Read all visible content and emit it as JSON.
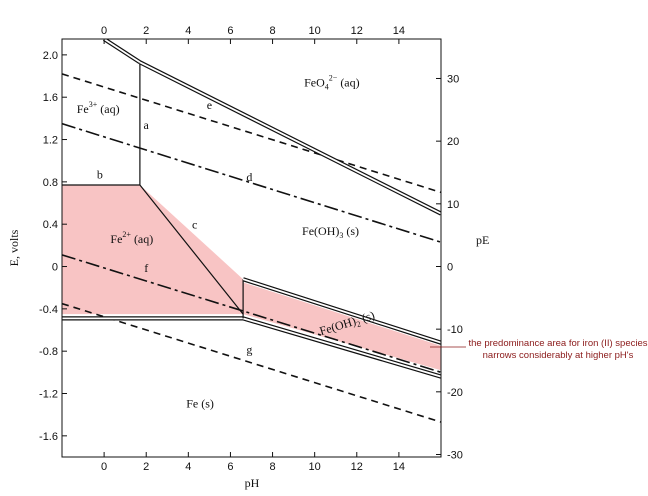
{
  "chart_data": {
    "type": "line",
    "title": "",
    "xlabel": "pH",
    "ylabel": "E, volts",
    "y2label": "pE",
    "xlim": [
      -2,
      16
    ],
    "ylim": [
      -1.8,
      2.15
    ],
    "y2lim": [
      -30.4,
      36.3
    ],
    "x_ticks": [
      "0",
      "2",
      "4",
      "6",
      "8",
      "10",
      "12",
      "14"
    ],
    "x_tick_values": [
      0,
      2,
      4,
      6,
      8,
      10,
      12,
      14
    ],
    "y_ticks": [
      "2.0",
      "1.6",
      "1.2",
      "0.8",
      "0.4",
      "0",
      "-0.4",
      "-0.8",
      "-1.2",
      "-1.6"
    ],
    "y_tick_values": [
      2.0,
      1.6,
      1.2,
      0.8,
      0.4,
      0,
      -0.4,
      -0.8,
      -1.2,
      -1.6
    ],
    "y2_ticks": [
      "30",
      "20",
      "10",
      "0",
      "-10",
      "-20",
      "-30"
    ],
    "y2_tick_values": [
      30,
      20,
      10,
      0,
      -10,
      -20,
      -30
    ],
    "grid": false,
    "colors": {
      "fe2_region": "#f8c4c4",
      "boundary": "#111111",
      "annotation": "#8b1a1a"
    },
    "series": [
      {
        "label": "a",
        "style": "solid",
        "x": [
          1.7,
          1.7
        ],
        "y": [
          1.93,
          0.77
        ]
      },
      {
        "label": "b",
        "style": "solid",
        "x": [
          -2,
          1.7
        ],
        "y": [
          0.77,
          0.77
        ]
      },
      {
        "label": "c",
        "style": "solid",
        "x": [
          1.7,
          6.6
        ],
        "y": [
          0.77,
          -0.45
        ]
      },
      {
        "label": "d",
        "style": "dash-dot",
        "x": [
          -2,
          16
        ],
        "y": [
          1.35,
          0.23
        ]
      },
      {
        "label": "e",
        "style": "dashed",
        "x": [
          -2,
          16
        ],
        "y": [
          1.82,
          0.7
        ]
      },
      {
        "label": "f",
        "style": "dash-dot",
        "x": [
          -2,
          16
        ],
        "y": [
          0.11,
          -1.0
        ]
      },
      {
        "label": "g",
        "style": "dashed",
        "x": [
          -2,
          16
        ],
        "y": [
          -0.35,
          -1.47
        ]
      }
    ],
    "boundaries": [
      {
        "style": "double",
        "x": [
          0,
          1.7
        ],
        "y": [
          2.15,
          1.93
        ]
      },
      {
        "style": "double",
        "x": [
          1.7,
          16
        ],
        "y": [
          1.93,
          0.5
        ]
      },
      {
        "style": "double",
        "x": [
          -2,
          6.6
        ],
        "y": [
          -0.49,
          -0.49
        ]
      },
      {
        "style": "double",
        "x": [
          6.6,
          16
        ],
        "y": [
          -0.49,
          -1.04
        ]
      },
      {
        "style": "single",
        "x": [
          6.6,
          6.6
        ],
        "y": [
          -0.12,
          -0.49
        ]
      },
      {
        "style": "double",
        "x": [
          6.6,
          16
        ],
        "y": [
          -0.12,
          -0.72
        ]
      }
    ],
    "fe2_region": {
      "x": [
        -2,
        1.7,
        6.6,
        6.6,
        -2
      ],
      "y": [
        0.77,
        0.77,
        -0.12,
        -0.45,
        -0.45
      ]
    },
    "feoh2_region": {
      "x": [
        6.6,
        16,
        16,
        6.6
      ],
      "y": [
        -0.15,
        -0.75,
        -0.98,
        -0.45
      ]
    },
    "regions": [
      {
        "label_pre": "Fe",
        "label_sup": "3+",
        "label_post": " (aq)",
        "x": -1.3,
        "y": 1.45
      },
      {
        "label_pre": "FeO",
        "label_sub": "4",
        "label_sup": "2−",
        "label_post": " (aq)",
        "x": 9.5,
        "y": 1.7
      },
      {
        "label_pre": "Fe",
        "label_sup": "2+",
        "label_post": " (aq)",
        "x": 0.3,
        "y": 0.22
      },
      {
        "label_pre": "Fe(OH)",
        "label_sub": "3",
        "label_post": " (s)",
        "x": 9.4,
        "y": 0.3
      },
      {
        "label_pre": "Fe(OH)",
        "label_sub": "2",
        "label_post": " (s)",
        "x": 10.3,
        "y": -0.65,
        "rotate": true
      },
      {
        "label_pre": "Fe (s)",
        "x": 3.9,
        "y": -1.33
      }
    ],
    "line_labels": [
      {
        "text": "a",
        "x": 2.0,
        "y": 1.3
      },
      {
        "text": "b",
        "x": -0.2,
        "y": 0.83
      },
      {
        "text": "c",
        "x": 4.3,
        "y": 0.36
      },
      {
        "text": "d",
        "x": 6.9,
        "y": 0.81
      },
      {
        "text": "e",
        "x": 5.0,
        "y": 1.49
      },
      {
        "text": "f",
        "x": 2.0,
        "y": -0.05
      },
      {
        "text": "g",
        "x": 6.9,
        "y": -0.82
      }
    ],
    "annotation": {
      "lines": [
        "the predominance area for iron (II) species",
        "narrows considerably at higher pH's"
      ]
    }
  }
}
